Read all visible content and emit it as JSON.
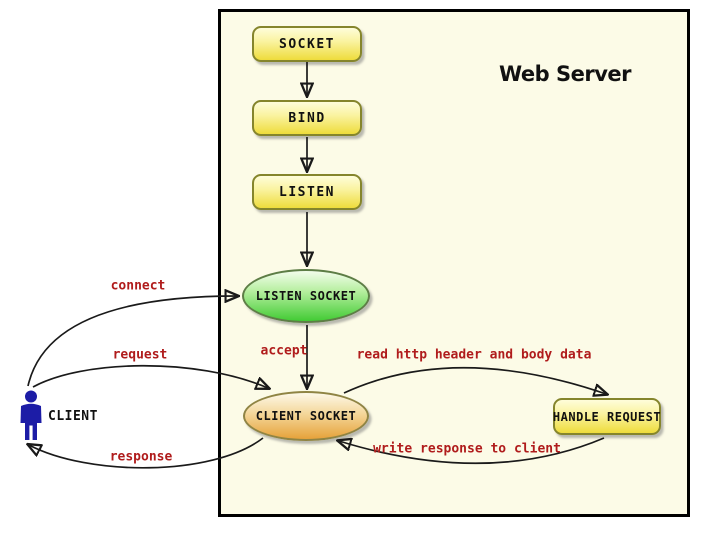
{
  "server": {
    "title": "Web Server"
  },
  "nodes": {
    "socket": {
      "label": "SOCKET"
    },
    "bind": {
      "label": "BIND"
    },
    "listen": {
      "label": "LISTEN"
    },
    "listen_socket": {
      "label": "LISTEN SOCKET"
    },
    "client_socket": {
      "label": "CLIENT SOCKET"
    },
    "handle_request": {
      "label": "HANDLE REQUEST"
    }
  },
  "actor": {
    "label": "CLIENT"
  },
  "edges": {
    "connect": {
      "label": "connect"
    },
    "request": {
      "label": "request"
    },
    "response": {
      "label": "response"
    },
    "accept": {
      "label": "accept"
    },
    "read_http": {
      "label": "read http header and body data"
    },
    "write_response": {
      "label": "write response to client"
    }
  },
  "colors": {
    "canvas_background": "#ffffff",
    "server_fill": "#fcfbe7",
    "server_border": "#000000",
    "edge_label_red": "#b01c1c",
    "node_yellow": "#eedc3c",
    "node_green": "#42cb34",
    "node_orange": "#e6a23a",
    "actor_blue": "#1c1ca6",
    "arrow_black": "#1a1a1a"
  }
}
